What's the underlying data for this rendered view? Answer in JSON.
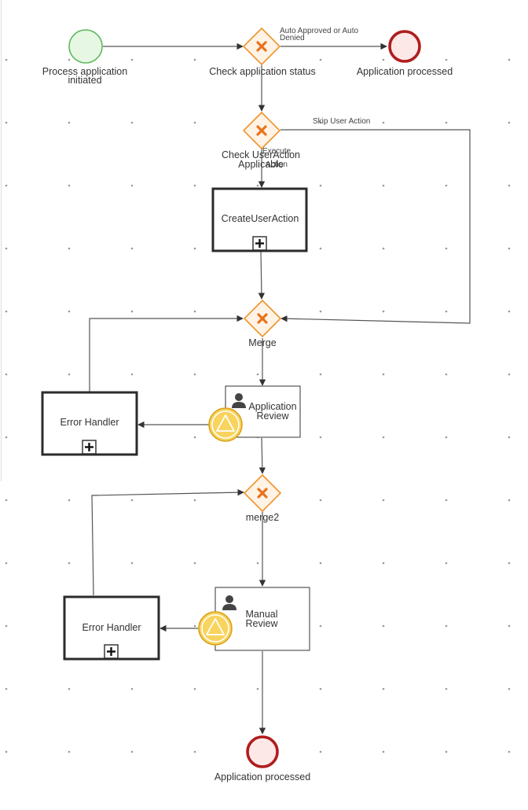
{
  "colors": {
    "start_fill": "#e6f8e4",
    "start_stroke": "#5cb85c",
    "end_fill": "#fde8e8",
    "end_stroke": "#b01d1d",
    "gateway_fill": "#fff3e6",
    "gateway_stroke": "#f0932b",
    "boundary_fill": "#f8d35e",
    "boundary_stroke": "#d9a21b"
  },
  "nodes": {
    "start": {
      "label_line1": "Process application",
      "label_line2": "initiated"
    },
    "check_status": {
      "label": "Check application status",
      "icon": "x-gateway-icon"
    },
    "end_top": {
      "label": "Application processed"
    },
    "check_user_action": {
      "label_line1": "Check UserAction",
      "label_line2": "Applicable",
      "icon": "x-gateway-icon"
    },
    "create_user_action": {
      "label": "CreateUserAction",
      "icon": "subprocess-plus-icon"
    },
    "merge": {
      "label": "Merge",
      "icon": "x-gateway-icon"
    },
    "application_review": {
      "label_line1": "Application",
      "label_line2": "Review",
      "icon": "user-task-icon"
    },
    "error_handler_1": {
      "label": "Error Handler",
      "icon": "subprocess-plus-icon"
    },
    "merge2": {
      "label": "merge2",
      "icon": "x-gateway-icon"
    },
    "manual_review": {
      "label_line1": "Manual",
      "label_line2": "Review",
      "icon": "user-task-icon"
    },
    "error_handler_2": {
      "label": "Error Handler",
      "icon": "subprocess-plus-icon"
    },
    "end_bottom": {
      "label": "Application processed"
    }
  },
  "edges": {
    "auto_approved": {
      "label_line1": "Auto Approved or Auto",
      "label_line2": "Denied"
    },
    "skip_user_action": {
      "label": "Skip User Action"
    },
    "execute_action": {
      "label_line1": "Execute",
      "label_line2": "Action"
    }
  }
}
